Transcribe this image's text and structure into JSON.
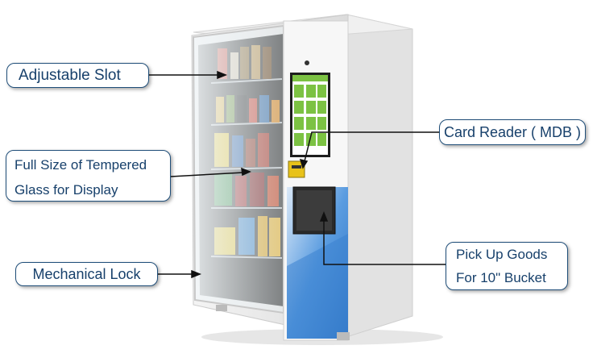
{
  "callouts": {
    "adjustable_slot": "Adjustable Slot",
    "tempered_glass": [
      "Full Size of Tempered",
      "Glass for Display"
    ],
    "mechanical_lock": "Mechanical Lock",
    "card_reader": "Card Reader ( MDB )",
    "pick_up_goods": [
      "Pick Up Goods",
      "For 10\" Bucket"
    ]
  },
  "colors": {
    "label_border": "#1f4e79",
    "label_text": "#17406b",
    "pickup_panel": "#4a90d9",
    "card_reader": "#e8c21a",
    "screen_green": "#7cc243"
  }
}
